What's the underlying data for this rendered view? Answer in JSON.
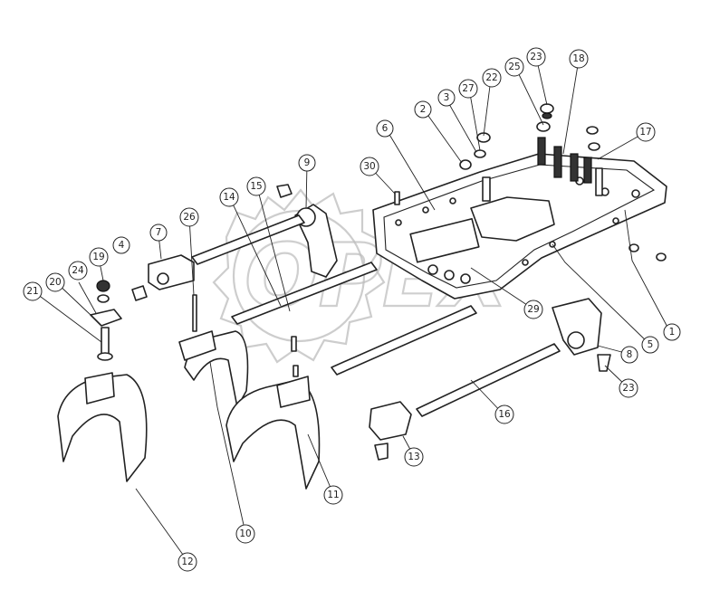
{
  "watermark": {
    "text": "OPEX"
  },
  "callouts": [
    {
      "id": "c1",
      "label": "1"
    },
    {
      "id": "c2",
      "label": "2"
    },
    {
      "id": "c3",
      "label": "3"
    },
    {
      "id": "c4",
      "label": "4"
    },
    {
      "id": "c5",
      "label": "5"
    },
    {
      "id": "c6",
      "label": "6"
    },
    {
      "id": "c7",
      "label": "7"
    },
    {
      "id": "c8",
      "label": "8"
    },
    {
      "id": "c9",
      "label": "9"
    },
    {
      "id": "c10",
      "label": "10"
    },
    {
      "id": "c11",
      "label": "11"
    },
    {
      "id": "c12",
      "label": "12"
    },
    {
      "id": "c13",
      "label": "13"
    },
    {
      "id": "c14",
      "label": "14"
    },
    {
      "id": "c15",
      "label": "15"
    },
    {
      "id": "c16",
      "label": "16"
    },
    {
      "id": "c17",
      "label": "17"
    },
    {
      "id": "c18",
      "label": "18"
    },
    {
      "id": "c19",
      "label": "19"
    },
    {
      "id": "c20",
      "label": "20"
    },
    {
      "id": "c21",
      "label": "21"
    },
    {
      "id": "c22",
      "label": "22"
    },
    {
      "id": "c23a",
      "label": "23"
    },
    {
      "id": "c23b",
      "label": "23"
    },
    {
      "id": "c24",
      "label": "24"
    },
    {
      "id": "c25",
      "label": "25"
    },
    {
      "id": "c26",
      "label": "26"
    },
    {
      "id": "c27",
      "label": "27"
    },
    {
      "id": "c29",
      "label": "29"
    },
    {
      "id": "c30",
      "label": "30"
    }
  ]
}
